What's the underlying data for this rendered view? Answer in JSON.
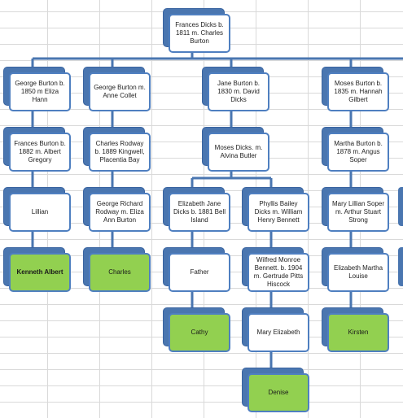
{
  "colors": {
    "connector": "#4a76b0",
    "box_border": "#4f7fc0",
    "box_fill": "#ffffff",
    "leaf_fill": "#92d050",
    "grid": "#d9d9d9"
  },
  "nodes": {
    "frances_dicks": "Frances Dicks b. 1811 m. Charles Burton",
    "george_burton_1850": "George Burton b. 1850 m Eliza Hann",
    "george_burton_collet": "George Burton m. Anne Collet",
    "jane_burton": "Jane Burton b. 1830 m. David Dicks",
    "moses_burton": "Moses Burton b. 1835 m. Hannah Gilbert",
    "frances_burton_1882": "Frances Burton b. 1882 m.  Albert Gregory",
    "charles_rodway": "Charles Rodway b. 1889 Kingwell, Placentia Bay",
    "moses_dicks": "Moses Dicks. m. Alvina Butler",
    "martha_burton": "Martha Burton b. 1878 m. Angus Soper",
    "lillian": "Lillian",
    "george_richard_rodway": "George Richard Rodway m. Eliza Ann Burton",
    "elizabeth_jane_dicks": "Elizabeth Jane Dicks b. 1881 Bell Island",
    "phyllis_bailey_dicks": "Phyllis Bailey Dicks m. William Henry Bennett",
    "mary_lillian_soper": "Mary Lillian Soper m. Arthur Stuart Strong",
    "kenneth_albert": "Kenneth Albert",
    "charles": "Charles",
    "father": "Father",
    "wilfred_monroe": "Wilfred Monroe Bennett. b. 1904 m. Gertrude Pitts Hiscock",
    "elizabeth_martha": "Elizabeth Martha Louise",
    "cathy": "Cathy",
    "mary_elizabeth": "Mary Elizabeth",
    "kirsten": "Kirsten",
    "denise": "Denise"
  }
}
